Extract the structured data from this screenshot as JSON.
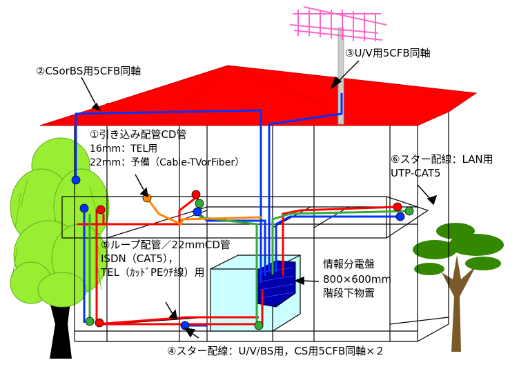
{
  "labels": {
    "coax_cs_bs": "②CSorBS用5CFB同軸",
    "coax_uv": "③U/V用5CFB同軸",
    "conduit_title": "①引き込み配管CD管",
    "conduit_16": "16mm：TEL用",
    "conduit_22": "22mm：予備（Cable-TVorFiber）",
    "star_lan": "⑥スター配線：LAN用",
    "star_lan_cable": "UTP-CAT5",
    "loop_title": "⑤ループ配管／22mmCD管",
    "loop_isdn": "ISDN（CAT5），",
    "loop_tel": "TEL（ｶｯﾄﾞPEｳﾁ線）用",
    "panel_title": "情報分電盤",
    "panel_size": "800×600mm",
    "panel_location": "階段下物置",
    "star_av": "④スター配線：U/V/BS用，CS用5CFB同軸×２"
  },
  "colors": {
    "roof": "#ff0000",
    "antenna": "#ff66cc",
    "blue_line": "#0033ff",
    "red_line": "#ff0000",
    "green_line": "#33aa33",
    "orange_line": "#ff8800",
    "panel_box": "#ccffff",
    "panel_board": "#0000aa",
    "tree_green": "#99ee33",
    "pine_green": "#338800"
  }
}
